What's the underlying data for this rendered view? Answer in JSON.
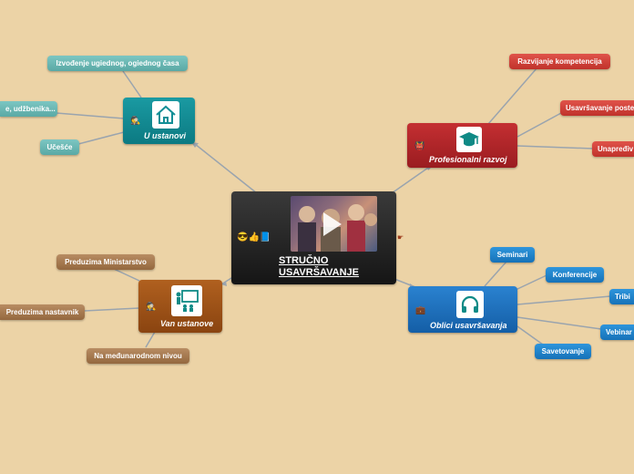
{
  "center": {
    "title_line1": "STRUČNO",
    "title_line2": "USAVRŠAVANJE",
    "emojis": "😎👍📘"
  },
  "branches": {
    "u_ustanovi": {
      "label": "U ustanovi",
      "color": "#128e96",
      "icon": "house-icon",
      "children": [
        "Izvođenje ugiednog, ogiednog časa",
        "e, udžbenika...",
        "Učešće"
      ]
    },
    "profesionalni": {
      "label": "Profesionalni razvoj",
      "color": "#b5262a",
      "icon": "graduation-cap-icon",
      "children": [
        "Razvijanje kompetencija",
        "Usavršavanje poste",
        "Unapređiv"
      ]
    },
    "van_ustanove": {
      "label": "Van ustanove",
      "color": "#a0521a",
      "icon": "teacher-board-icon",
      "children": [
        "Preduzima Ministarstvo",
        "Preduzima nastavnik",
        "Na međunarodnom nivou"
      ]
    },
    "oblici": {
      "label": "Oblici usavršavanja",
      "color": "#1a6fbe",
      "icon": "headphones-icon",
      "children": [
        "Seminari",
        "Konferencije",
        "Tribi",
        "Vebinar",
        "Savetovanje"
      ]
    }
  }
}
